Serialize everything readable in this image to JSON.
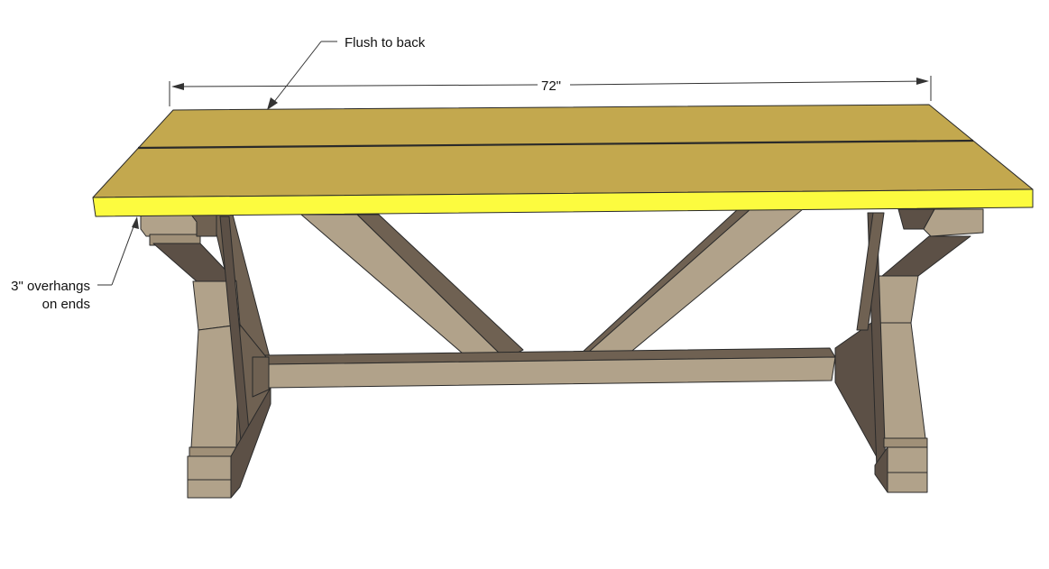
{
  "annotations": {
    "flush": "Flush to back",
    "length": "72\"",
    "overhang_line1": "3\" overhangs",
    "overhang_line2": "on ends"
  },
  "colors": {
    "top_surface": "#c3a84e",
    "top_edge": "#fcfb3f",
    "leg_light": "#b1a28a",
    "leg_mid": "#a09078",
    "wood_dark": "#6f6152",
    "wood_darker": "#5c5046"
  }
}
